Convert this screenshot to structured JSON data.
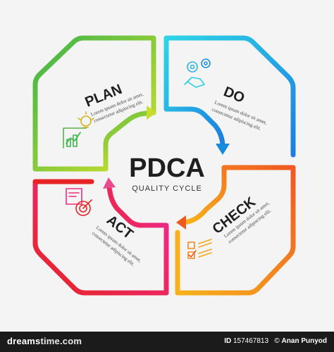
{
  "center": {
    "title": "PDCA",
    "subtitle": "QUALITY CYCLE"
  },
  "segments": {
    "plan": {
      "label": "PLAN",
      "text_line1": "Lorem ipsum dolor sit amet,",
      "text_line2": "consectetur adipiscing elit.",
      "color_start": "#b9d62f",
      "color_end": "#3cb44a",
      "icon": "idea-chart-icon"
    },
    "do": {
      "label": "DO",
      "text_line1": "Lorem ipsum dolor sit amet,",
      "text_line2": "consectetur adipiscing elit.",
      "color_start": "#2fd4e6",
      "color_end": "#1b8fe0",
      "icon": "gears-hand-icon"
    },
    "check": {
      "label": "CHECK",
      "text_line1": "Lorem ipsum dolor sit amet,",
      "text_line2": "consectetur adipiscing elit.",
      "color_start": "#f7a61b",
      "color_end": "#f05a22",
      "icon": "checklist-icon"
    },
    "act": {
      "label": "ACT",
      "text_line1": "Lorem ipsum dolor sit amet,",
      "text_line2": "consectetur adipiscing elit.",
      "color_start": "#ee2b7b",
      "color_end": "#e62424",
      "icon": "target-icon"
    }
  },
  "footer": {
    "logo_part1": "dreams",
    "logo_part2": "time.com",
    "id_label": "ID",
    "id_value": "157467813",
    "copyright": "©",
    "author": "Anan Punyod"
  }
}
